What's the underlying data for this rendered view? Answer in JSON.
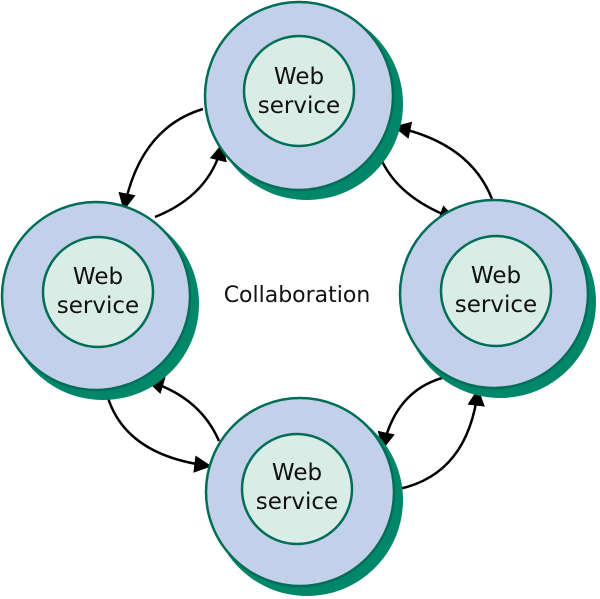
{
  "center_label": "Collaboration",
  "nodes": [
    {
      "id": "top",
      "line1": "Web",
      "line2": "service"
    },
    {
      "id": "left",
      "line1": "Web",
      "line2": "service"
    },
    {
      "id": "right",
      "line1": "Web",
      "line2": "service"
    },
    {
      "id": "bottom",
      "line1": "Web",
      "line2": "service"
    }
  ],
  "colors": {
    "shadow": "#00876a",
    "outer_fill": "#c3d0ea",
    "inner_fill": "#d9ece5",
    "stroke": "#006e56",
    "arrow": "#000000",
    "text": "#111111"
  }
}
